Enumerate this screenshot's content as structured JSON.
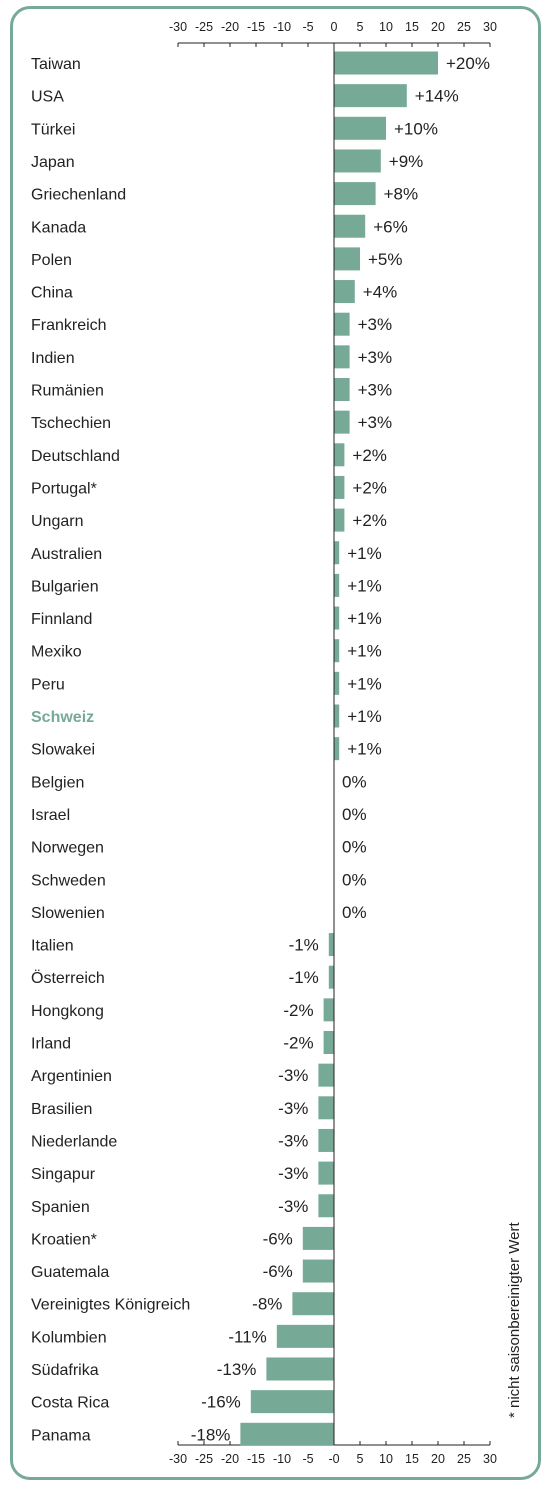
{
  "chart_data": {
    "type": "bar",
    "orientation": "horizontal",
    "categories": [
      "Taiwan",
      "USA",
      "Türkei",
      "Japan",
      "Griechenland",
      "Kanada",
      "Polen",
      "China",
      "Frankreich",
      "Indien",
      "Rumänien",
      "Tschechien",
      "Deutschland",
      "Portugal*",
      "Ungarn",
      "Australien",
      "Bulgarien",
      "Finnland",
      "Mexiko",
      "Peru",
      "Schweiz",
      "Slowakei",
      "Belgien",
      "Israel",
      "Norwegen",
      "Schweden",
      "Slowenien",
      "Italien",
      "Österreich",
      "Hongkong",
      "Irland",
      "Argentinien",
      "Brasilien",
      "Niederlande",
      "Singapur",
      "Spanien",
      "Kroatien*",
      "Guatemala",
      "Vereinigtes Königreich",
      "Kolumbien",
      "Südafrika",
      "Costa Rica",
      "Panama"
    ],
    "values": [
      20,
      14,
      10,
      9,
      8,
      6,
      5,
      4,
      3,
      3,
      3,
      3,
      2,
      2,
      2,
      1,
      1,
      1,
      1,
      1,
      1,
      1,
      0,
      0,
      0,
      0,
      0,
      -1,
      -1,
      -2,
      -2,
      -3,
      -3,
      -3,
      -3,
      -3,
      -6,
      -6,
      -8,
      -11,
      -13,
      -16,
      -18
    ],
    "value_labels": [
      "+20%",
      "+14%",
      "+10%",
      "+9%",
      "+8%",
      "+6%",
      "+5%",
      "+4%",
      "+3%",
      "+3%",
      "+3%",
      "+3%",
      "+2%",
      "+2%",
      "+2%",
      "+1%",
      "+1%",
      "+1%",
      "+1%",
      "+1%",
      "+1%",
      "+1%",
      "0%",
      "0%",
      "0%",
      "0%",
      "0%",
      "-1%",
      "-1%",
      "-2%",
      "-2%",
      "-3%",
      "-3%",
      "-3%",
      "-3%",
      "-3%",
      "-6%",
      "-6%",
      "-8%",
      "-11%",
      "-13%",
      "-16%",
      "-18%"
    ],
    "highlight": "Schweiz",
    "xlim": [
      -30,
      30
    ],
    "tick_labels_top": [
      "-30",
      "-25",
      "-20",
      "-15",
      "-10",
      "-5",
      "0",
      "5",
      "10",
      "15",
      "20",
      "25",
      "30"
    ],
    "tick_labels_bottom": [
      "-30",
      "-25",
      "-20",
      "-15",
      "-10",
      "-5",
      "-0",
      "5",
      "10",
      "15",
      "20",
      "25",
      "30"
    ],
    "tick_values": [
      -30,
      -25,
      -20,
      -15,
      -10,
      -5,
      0,
      5,
      10,
      15,
      20,
      25,
      30
    ],
    "annotation": "* nicht saisonbereinigter Wert",
    "bar_color": "#76aa96",
    "highlight_color": "#76aa96",
    "grid": false
  }
}
